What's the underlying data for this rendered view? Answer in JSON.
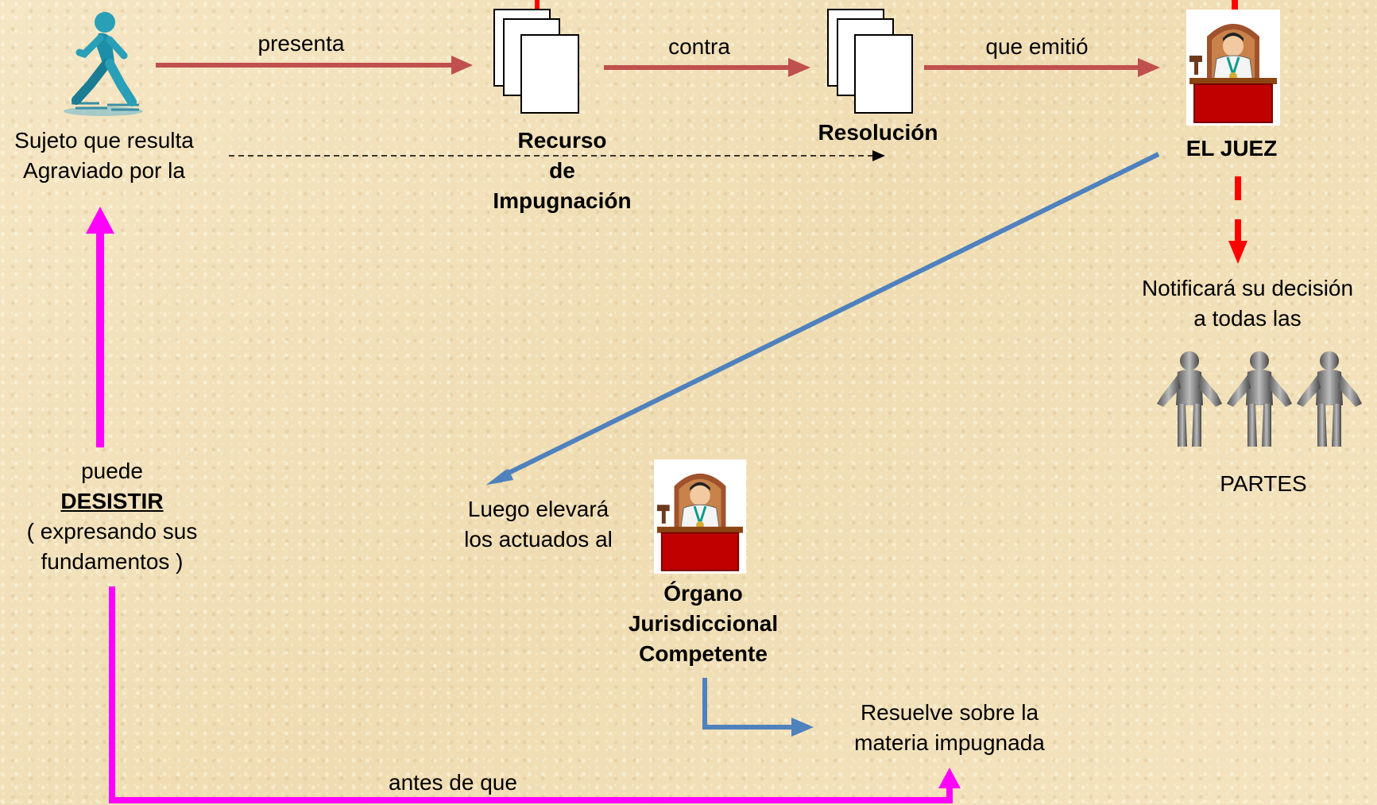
{
  "subject": {
    "line1": "Sujeto que resulta",
    "line2": "Agraviado por la"
  },
  "arrows": {
    "presenta": "presenta",
    "contra": "contra",
    "que_emitio": "que emitió",
    "antes_de_que": "antes de que"
  },
  "recurso": {
    "line1": "Recurso",
    "line2": "de",
    "line3": "Impugnación"
  },
  "resolucion": "Resolución",
  "juez": "EL JUEZ",
  "notifica": {
    "line1": "Notificará su decisión",
    "line2": "a todas las"
  },
  "partes": "PARTES",
  "desistir": {
    "line1": "puede",
    "line2": "DESISTIR",
    "line3": "( expresando sus",
    "line4": "fundamentos )"
  },
  "elevara": {
    "line1": "Luego elevará",
    "line2": "los actuados al"
  },
  "organo": {
    "line1": "Órgano",
    "line2": "Jurisdiccional",
    "line3": "Competente"
  },
  "resuelve": {
    "line1": "Resuelve sobre la",
    "line2": "materia impugnada"
  },
  "colors": {
    "red_arrow": "#c0504d",
    "blue_arrow": "#4f81bd",
    "magenta_arrow": "#ff00ff",
    "red_dashed": "#ff0000",
    "desk": "#c00000"
  },
  "icons": [
    "walking-person-icon",
    "documents-icon",
    "judge-icon",
    "people-icon"
  ]
}
